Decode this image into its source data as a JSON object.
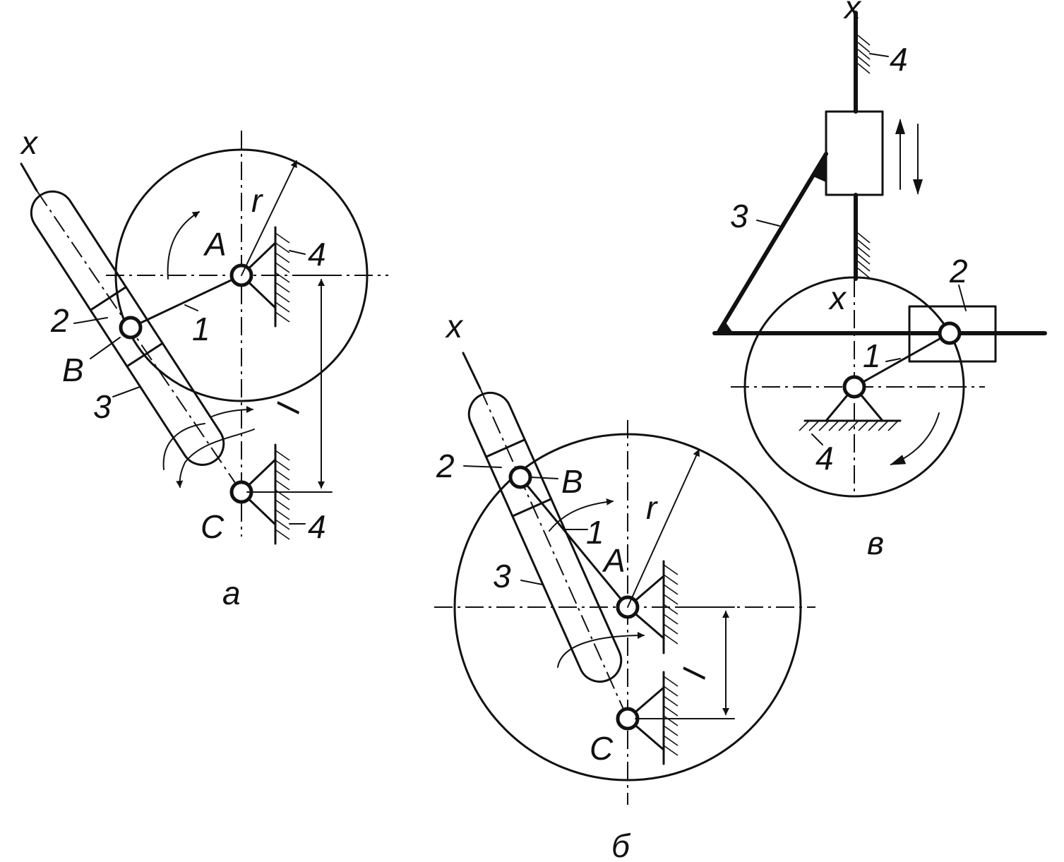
{
  "labels": {
    "a": {
      "x": "x",
      "A": "A",
      "r": "r",
      "ground_A": "4",
      "link1": "1",
      "slider2": "2",
      "B": "B",
      "link3": "3",
      "l": "l",
      "C": "C",
      "ground_C": "4",
      "caption": "а"
    },
    "b": {
      "x": "x",
      "slider2": "2",
      "B": "B",
      "r": "r",
      "link1": "1",
      "A": "A",
      "link3": "3",
      "l": "l",
      "C": "C",
      "caption": "б"
    },
    "v": {
      "x_top": "x",
      "ground_top": "4",
      "link3": "3",
      "slider2": "2",
      "x_mid": "x",
      "link1": "1",
      "ground_bottom": "4",
      "caption": "в"
    }
  }
}
